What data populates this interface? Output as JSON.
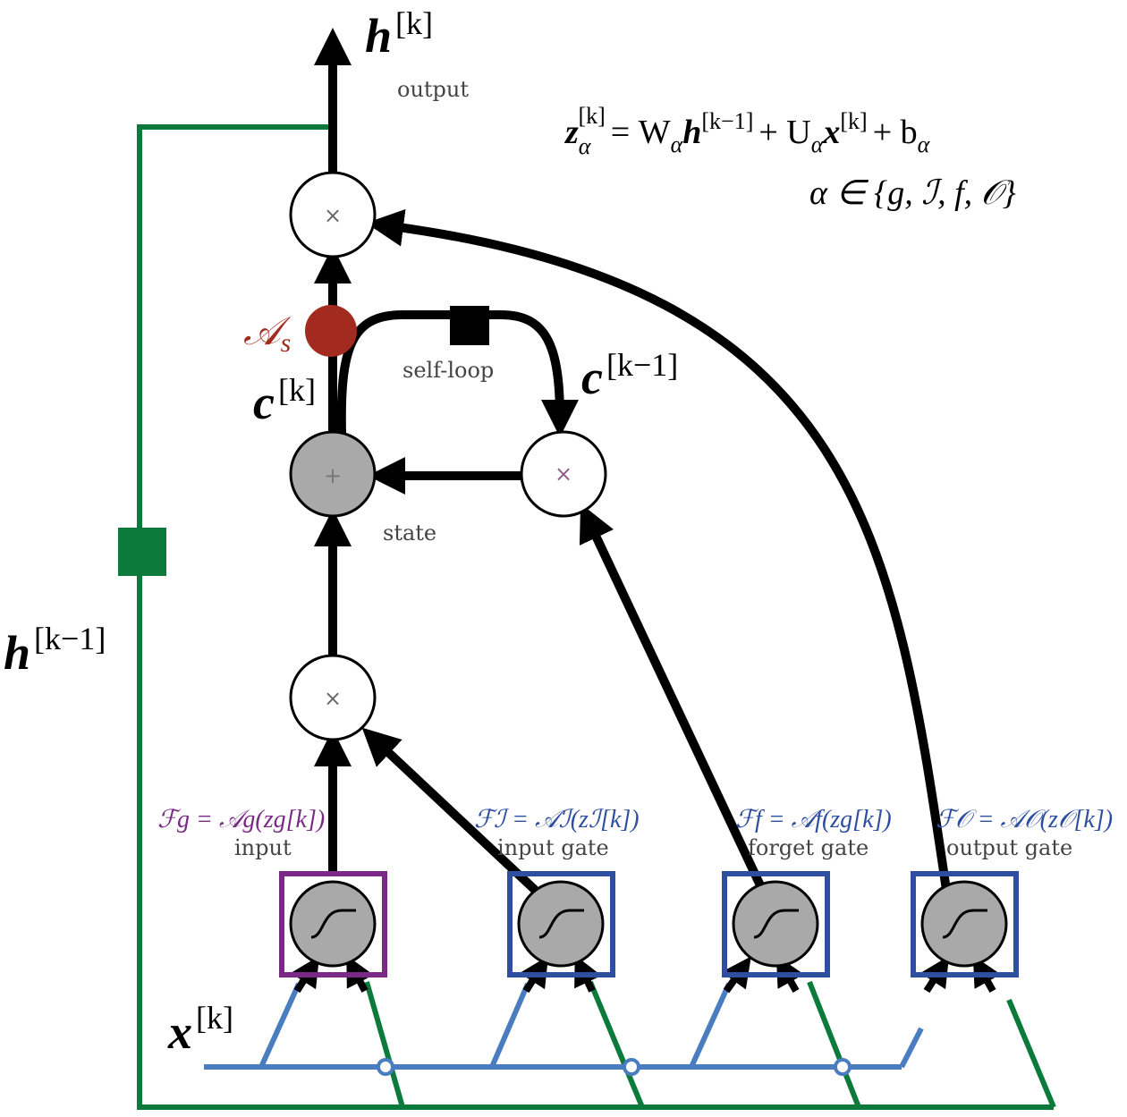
{
  "colors": {
    "black": "#000000",
    "green": "#0b7a3b",
    "blue": "#4a7dbf",
    "gate_border": "#2e4fa0",
    "input_border": "#7a2a86",
    "red": "#a32a1f",
    "gray_fill": "#a9a9a9"
  },
  "labels": {
    "h_k": "h",
    "h_k_sup": "[k]",
    "output": "output",
    "z_eq": "z",
    "z_eq_sub": "α",
    "z_eq_sup": "[k]",
    "z_eq_rest": "= W",
    "z_eq_h": "h",
    "z_eq_hsup": "[k−1]",
    "z_eq_plus_u": "+ U",
    "z_eq_x": "x",
    "z_eq_xsup": "[k]",
    "z_eq_plus_b": "+ b",
    "alpha_set": "α ∈ {g, ℐ, f, 𝒪}",
    "A_s": "𝒜",
    "A_s_sub": "s",
    "self_loop": "self-loop",
    "c_k": "c",
    "c_k_sup": "[k]",
    "c_km1": "c",
    "c_km1_sup": "[k−1]",
    "state": "state",
    "h_km1": "h",
    "h_km1_sup": "[k−1]",
    "x_k": "x",
    "x_k_sup": "[k]",
    "times": "×",
    "plus": "+"
  },
  "gates": [
    {
      "formula": "ℱg = 𝒜g(zg[k])",
      "name": "input"
    },
    {
      "formula": "ℱℐ = 𝒜ℐ(zℐ[k])",
      "name": "input gate"
    },
    {
      "formula": "ℱf = 𝒜f(zg[k])",
      "name": "forget gate"
    },
    {
      "formula": "ℱ𝒪 = 𝒜𝒪(z𝒪[k])",
      "name": "output gate"
    }
  ]
}
